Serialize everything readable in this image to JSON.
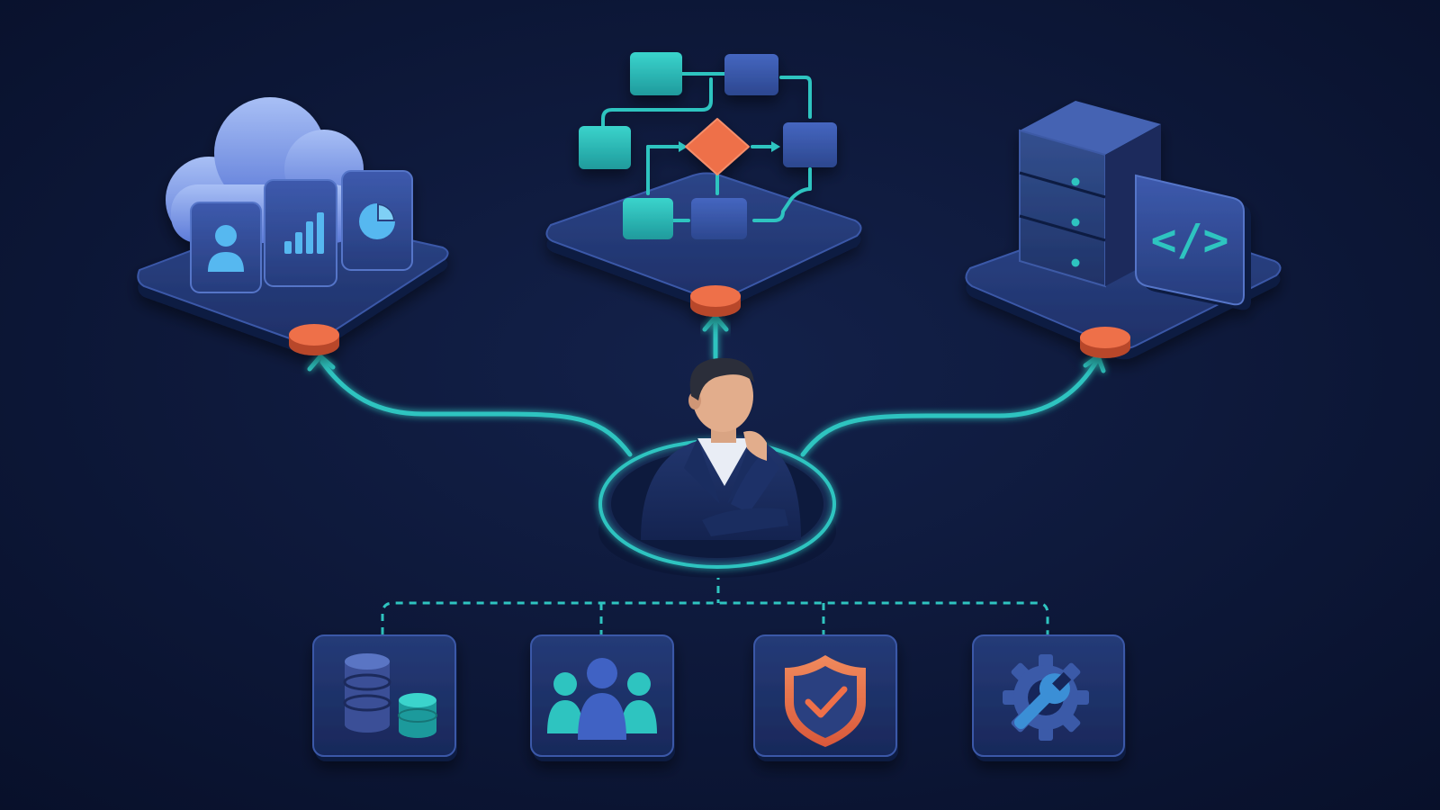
{
  "theme": {
    "background": "#0b1533",
    "platform": "#243a78",
    "platform_dark": "#1a2c5e",
    "platform_edge": "#0f1c42",
    "teal": "#2fc4c0",
    "orange": "#ee6f4a",
    "card": "#2a3f80",
    "card_light": "#3a56a6",
    "cloud": "#6f8fe6"
  },
  "nodes": [
    {
      "id": "cloud-analytics",
      "icons": [
        "cloud-icon",
        "user-profile-icon",
        "bar-chart-icon",
        "pie-chart-icon"
      ]
    },
    {
      "id": "workflow",
      "icons": [
        "flowchart-icon",
        "decision-diamond-icon"
      ]
    },
    {
      "id": "server-code",
      "icons": [
        "server-rack-icon",
        "code-brackets-icon"
      ]
    }
  ],
  "center": {
    "id": "thinking-person",
    "icon": "person-thinking-icon"
  },
  "tools": [
    {
      "id": "database",
      "icon": "database-icon"
    },
    {
      "id": "team",
      "icon": "team-icon"
    },
    {
      "id": "security",
      "icon": "shield-check-icon"
    },
    {
      "id": "settings",
      "icon": "gear-wrench-icon"
    }
  ],
  "code_glyph": "</>"
}
